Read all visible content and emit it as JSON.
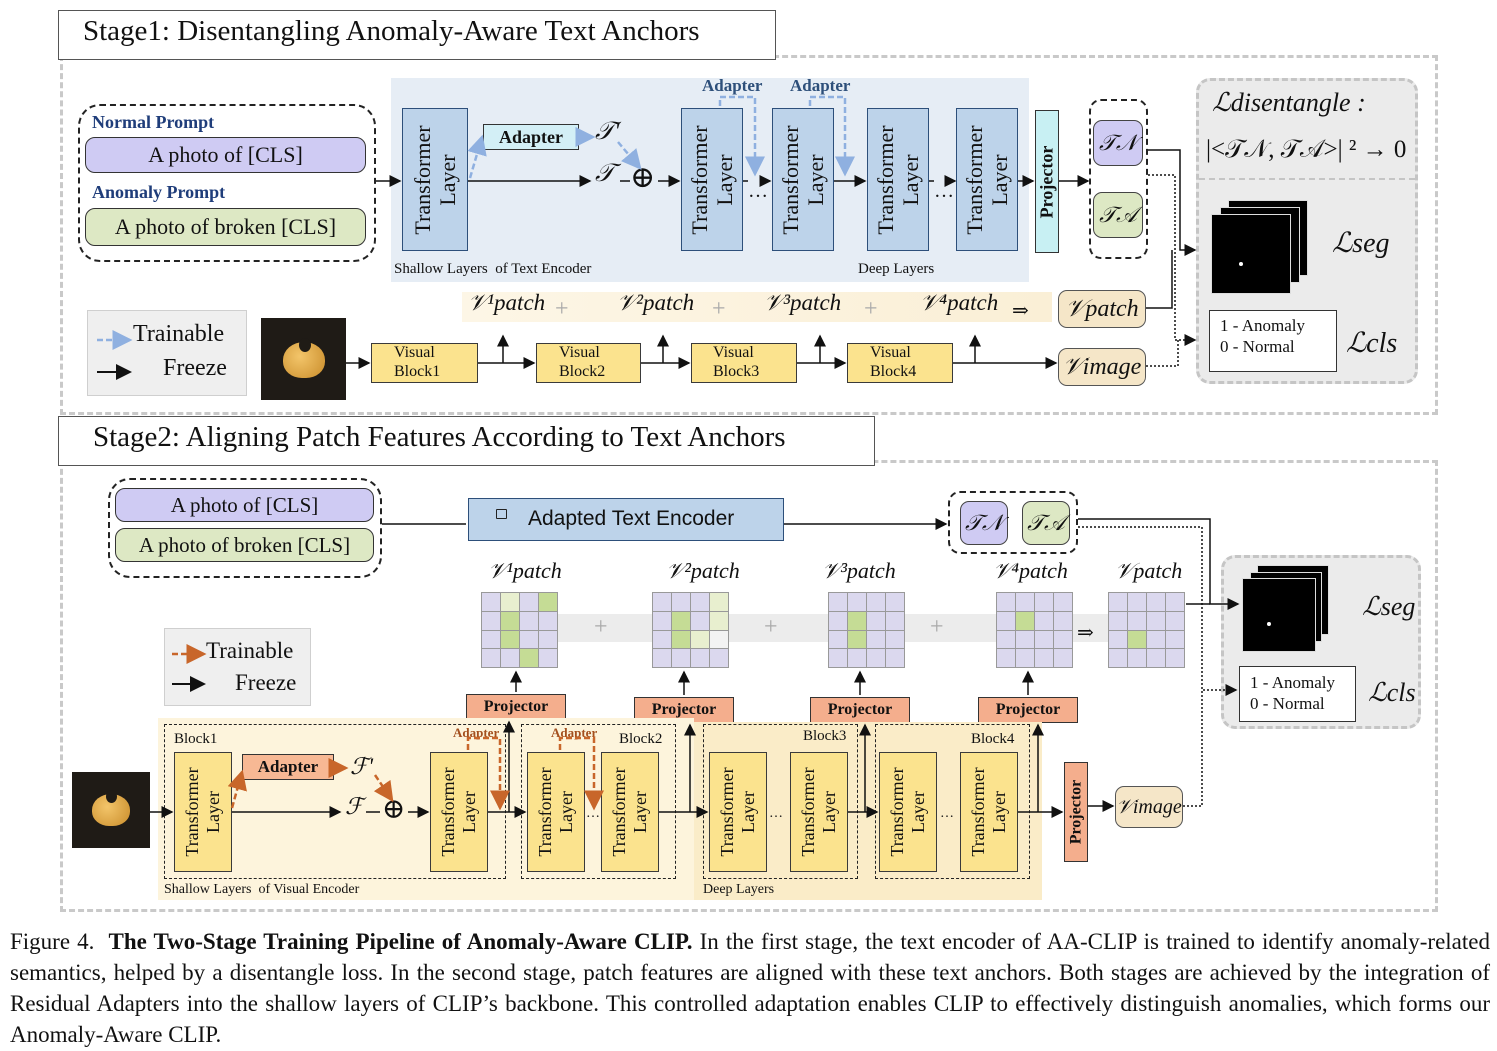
{
  "stage1": {
    "title": "Stage1: Disentangling Anomaly-Aware Text Anchors",
    "normal_prompt_label": "Normal Prompt",
    "normal_prompt_text": "A photo of [CLS]",
    "anomaly_prompt_label": "Anomaly Prompt",
    "anomaly_prompt_text": "A photo of broken [CLS]",
    "transformer_label": "Transformer Layer",
    "adapter_label": "Adapter",
    "t_prime": "𝒯'",
    "t_sym": "𝒯",
    "plus": "⊕",
    "dots": "…",
    "projector_label": "Projector",
    "shallow_caption": "Shallow Layers  of Text Encoder",
    "deep_caption": "Deep Layers",
    "t_normal": "𝒯𝒩",
    "t_anomaly": "𝒯𝒜",
    "loss_disentangle_title": "ℒdisentangle :",
    "loss_disentangle_expr": "|<𝒯𝒩, 𝒯𝒜>| ² → 0",
    "loss_seg": "ℒseg",
    "loss_cls": "ℒcls",
    "cls_line1": "1 - Anomaly",
    "cls_line2": "0 - Normal",
    "legend_trainable": "Trainable",
    "legend_freeze": "Freeze",
    "visual_blocks": [
      "Visual Block1",
      "Visual Block2",
      "Visual Block3",
      "Visual Block4"
    ],
    "patch_terms": [
      "𝒱¹patch",
      "𝒱²patch",
      "𝒱³patch",
      "𝒱⁴patch"
    ],
    "patch_plus": "+",
    "implies": "⇒",
    "v_patch": "𝒱patch",
    "v_image": "𝒱image"
  },
  "stage2": {
    "title": "Stage2: Aligning Patch Features According to Text Anchors",
    "prompt_normal": "A photo of [CLS]",
    "prompt_anomaly": "A photo of broken [CLS]",
    "adapted_text_encoder": "Adapted Text Encoder",
    "t_normal": "𝒯𝒩",
    "t_anomaly": "𝒯𝒜",
    "patch_terms": [
      "𝒱¹patch",
      "𝒱²patch",
      "𝒱³patch",
      "𝒱⁴patch",
      "𝒱patch"
    ],
    "plus": "+",
    "implies": "⇒",
    "projector_label": "Projector",
    "legend_trainable": "Trainable",
    "legend_freeze": "Freeze",
    "blocks": [
      "Block1",
      "Block2",
      "Block3",
      "Block4"
    ],
    "adapter_label": "Adapter",
    "adapter_small": "Adapter",
    "transformer_label": "Transformer Layer",
    "f_prime": "ℱ'",
    "f_sym": "ℱ",
    "oplus": "⊕",
    "dots": "…",
    "shallow_caption": "Shallow Layers  of Visual Encoder",
    "deep_caption": "Deep Layers",
    "v_image": "𝒱image",
    "loss_seg": "ℒseg",
    "loss_cls": "ℒcls",
    "cls_line1": "1 - Anomaly",
    "cls_line2": "0 - Normal"
  },
  "caption": {
    "figure_label": "Figure 4.",
    "bold_title": "The Two-Stage Training Pipeline of Anomaly-Aware CLIP.",
    "body": "In the first stage, the text encoder of AA-CLIP is trained to identify anomaly-related semantics, helped by a disentangle loss. In the second stage, patch features are aligned with these text anchors. Both stages are achieved by the integration of Residual Adapters into the shallow layers of CLIP’s backbone. This controlled adaptation enables CLIP to effectively distinguish anomalies, which forms our Anomaly-Aware CLIP."
  },
  "colors": {
    "text_block": "#bdd3ea",
    "visual_block": "#fbe38e",
    "trainable_blue": "#8fb0e0",
    "trainable_orange": "#c8662a",
    "normal_anchor": "#cfcbf3",
    "anomaly_anchor": "#dde8c4"
  }
}
